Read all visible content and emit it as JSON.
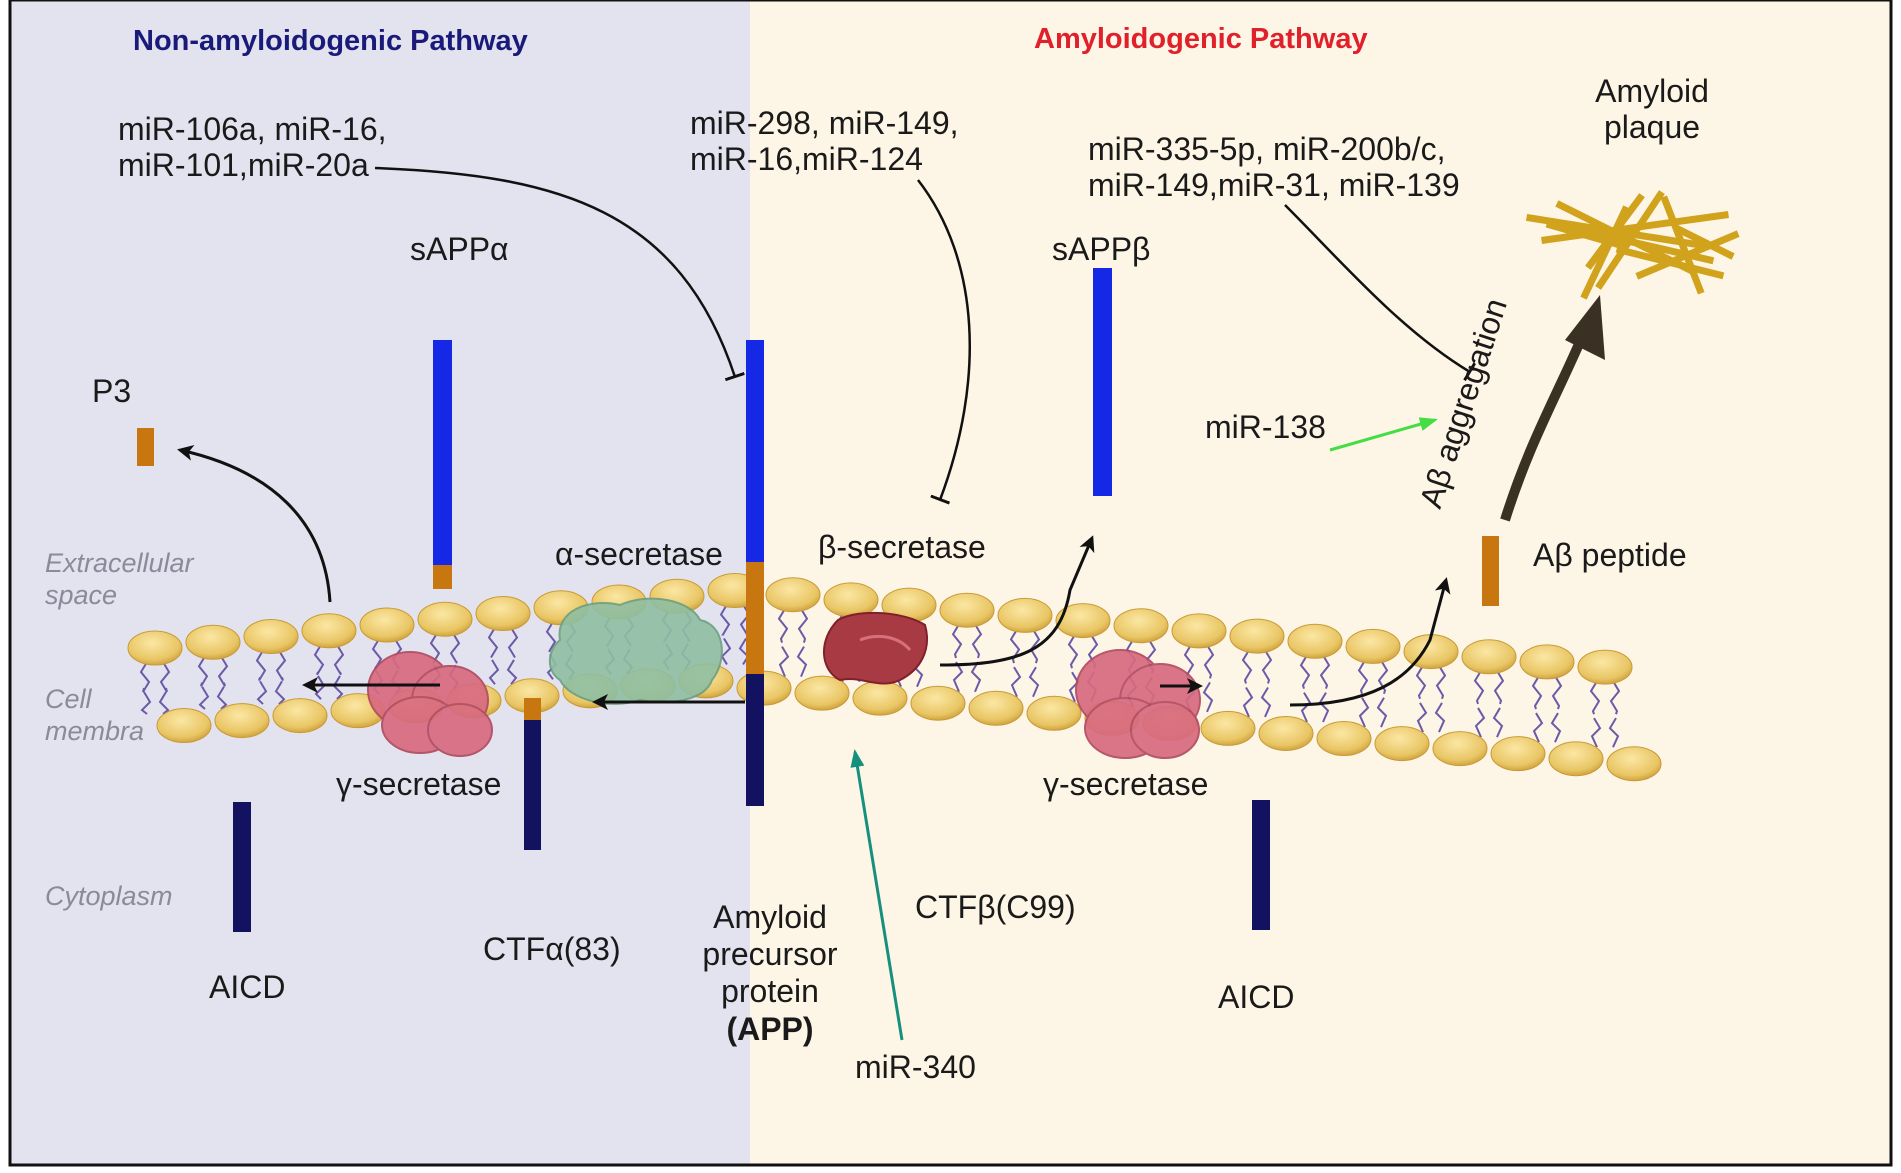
{
  "pathways": {
    "left_title": "Non-amyloidogenic Pathway",
    "right_title": "Amyloidogenic Pathway"
  },
  "regions": {
    "extracellular_1": "Extracellular",
    "extracellular_2": "space",
    "membrane_1": "Cell",
    "membrane_2": "membra",
    "cytoplasm": "Cytoplasm"
  },
  "mirna": {
    "left_1": "miR-106a, miR-16,",
    "left_2": "miR-101,miR-20a",
    "mid_1": "miR-298, miR-149,",
    "mid_2": "miR-16,miR-124",
    "right_1": "miR-335-5p, miR-200b/c,",
    "right_2": "miR-149,miR-31, miR-139",
    "mir138": "miR-138",
    "mir340": "miR-340"
  },
  "labels": {
    "sappa": "sAPPα",
    "sappb": "sAPPβ",
    "p3": "P3",
    "alpha_secretase": "α-secretase",
    "beta_secretase": "β-secretase",
    "gamma_left": "γ-secretase",
    "gamma_right": "γ-secretase",
    "ctfa": "CTFα(83)",
    "ctfb": "CTFβ(C99)",
    "aicd_left": "AICD",
    "aicd_right": "AICD",
    "app_1": "Amyloid",
    "app_2": "precursor",
    "app_3": "protein",
    "app_4": "(APP)",
    "ab_peptide": "Aβ peptide",
    "ab_aggregation": "Aβ aggregation",
    "plaque_1": "Amyloid",
    "plaque_2": "plaque"
  },
  "colors": {
    "left_bg": "#e3e3ef",
    "right_bg": "#fdf5e6",
    "left_title": "#1a1a7a",
    "right_title": "#e0202a",
    "blue_bar": "#1428e6",
    "navy_bar": "#121260",
    "orange_bar": "#c8760f",
    "lipid": "#ecc86a",
    "gamma": "#d86a80",
    "alpha_enzyme": "#8fbfa2",
    "beta_enzyme": "#a83a44",
    "mir138_arrow": "#44dd44",
    "mir340_arrow": "#16907e"
  }
}
